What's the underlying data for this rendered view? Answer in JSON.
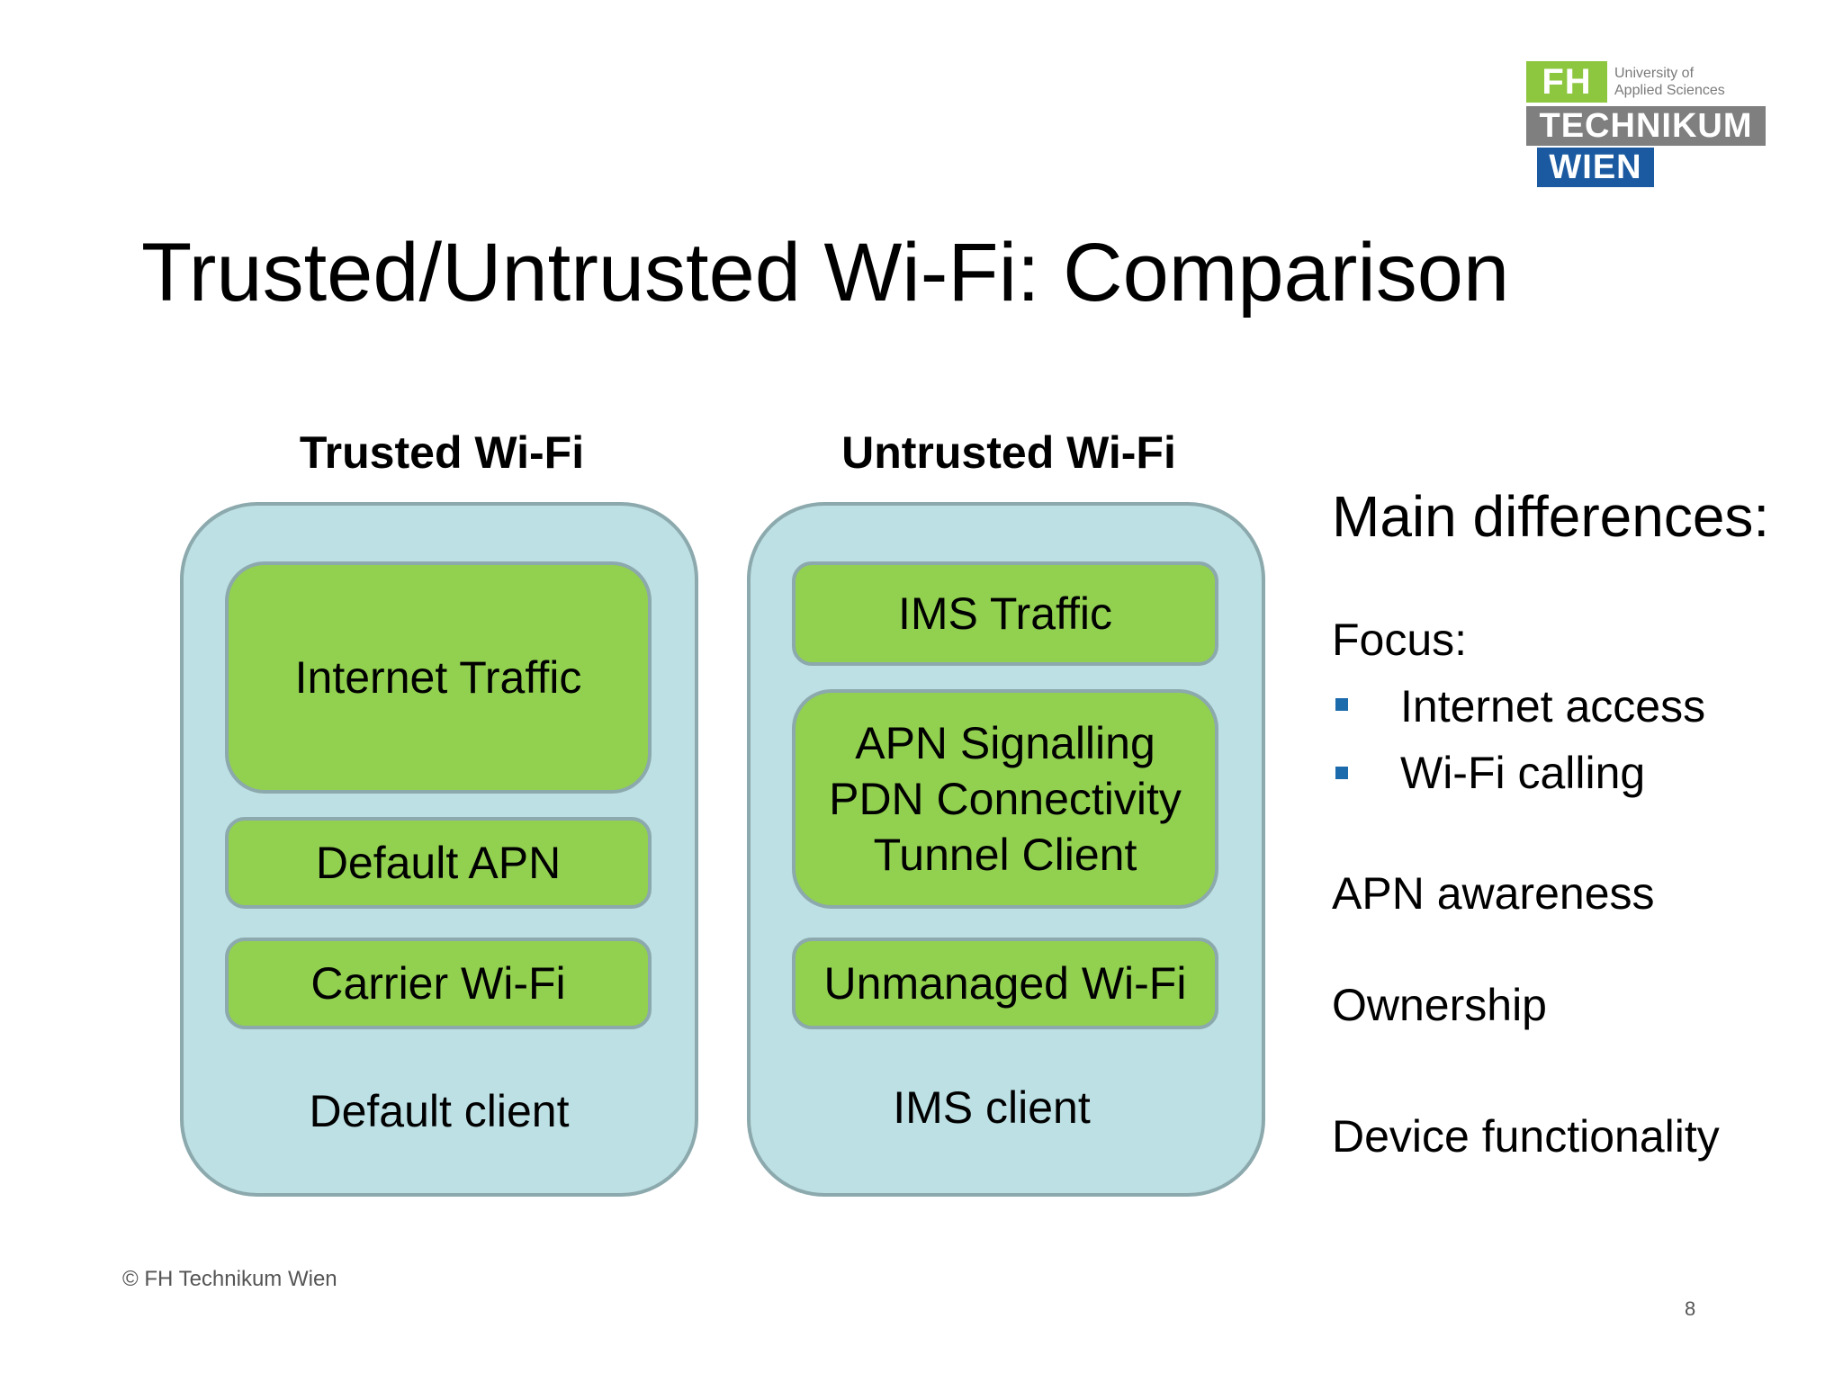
{
  "logo": {
    "fh": "FH",
    "subtitle_line1": "University of",
    "subtitle_line2": "Applied Sciences",
    "technikum": "TECHNIKUM",
    "wien": "WIEN",
    "colors": {
      "green": "#8dc63f",
      "gray": "#7f7f7f",
      "blue": "#1b5aa0"
    }
  },
  "title": "Trusted/Untrusted Wi-Fi: Comparison",
  "trusted": {
    "heading": "Trusted Wi-Fi",
    "blocks": [
      {
        "lines": [
          "Internet Traffic"
        ]
      },
      {
        "lines": [
          "Default APN"
        ]
      },
      {
        "lines": [
          "Carrier Wi-Fi"
        ]
      }
    ],
    "client": "Default client"
  },
  "untrusted": {
    "heading": "Untrusted Wi-Fi",
    "blocks": [
      {
        "lines": [
          "IMS Traffic"
        ]
      },
      {
        "lines": [
          "APN Signalling",
          "PDN Connectivity",
          "Tunnel Client"
        ]
      },
      {
        "lines": [
          "Unmanaged Wi-Fi"
        ]
      }
    ],
    "client": "IMS client"
  },
  "differences": {
    "heading": "Main differences:",
    "focus_label": "Focus:",
    "focus_items": [
      "Internet access",
      "Wi-Fi calling"
    ],
    "apn": "APN awareness",
    "ownership": "Ownership",
    "device": "Device functionality"
  },
  "colors": {
    "panel_fill": "#bce0e4",
    "panel_border": "#8ca9ad",
    "block_fill": "#92d050",
    "bullet": "#1b6aab"
  },
  "footer": {
    "copyright": "© FH Technikum Wien",
    "page_number": "8"
  }
}
